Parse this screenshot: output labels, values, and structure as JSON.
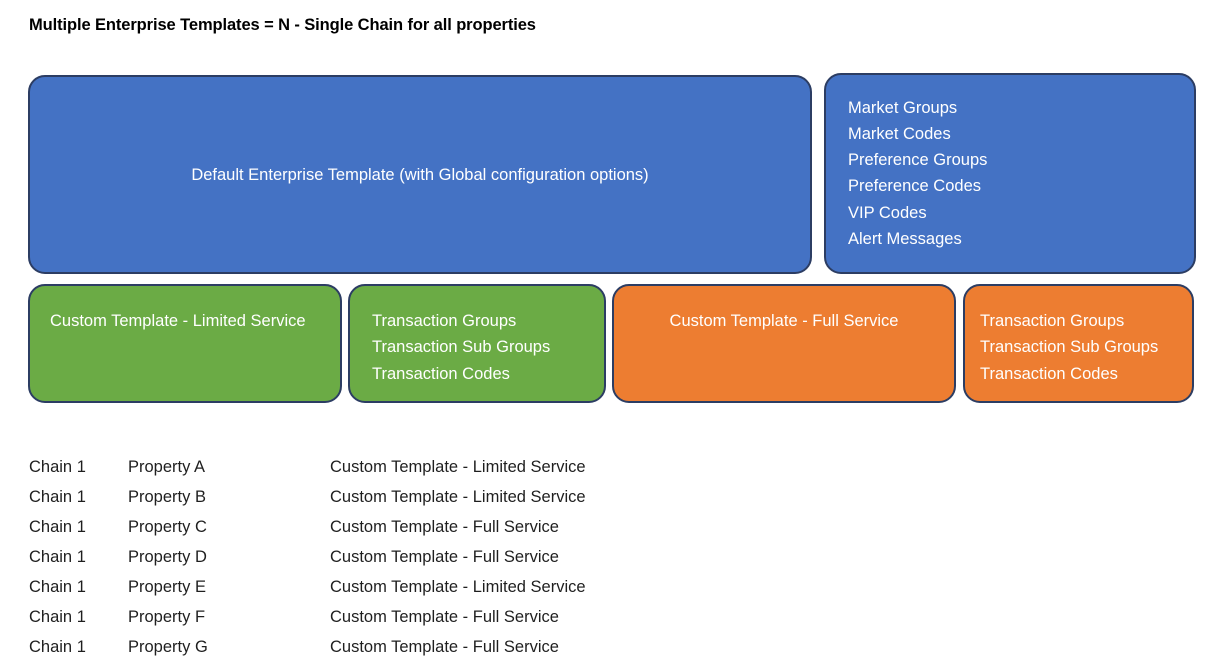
{
  "title": "Multiple Enterprise Templates = N - Single Chain for all properties",
  "colors": {
    "blue": "#4472C4",
    "green": "#6BAB45",
    "orange": "#ED7D31",
    "border": "#2C3D63",
    "text_on_fill": "#FFFFFF",
    "title_text": "#000000",
    "table_text": "#1F1F1F"
  },
  "nodes": {
    "default_enterprise_template": {
      "label": "Default Enterprise Template (with Global configuration options)",
      "color": "blue"
    },
    "global_codes": {
      "color": "blue",
      "items": [
        "Market Groups",
        "Market Codes",
        "Preference Groups",
        "Preference Codes",
        "VIP Codes",
        "Alert Messages"
      ]
    },
    "custom_template_limited": {
      "label": "Custom Template - Limited Service",
      "color": "green"
    },
    "limited_transactions": {
      "color": "green",
      "items": [
        "Transaction Groups",
        "Transaction Sub Groups",
        "Transaction Codes"
      ]
    },
    "custom_template_full": {
      "label": "Custom Template - Full Service",
      "color": "orange"
    },
    "full_transactions": {
      "color": "orange",
      "items": [
        "Transaction Groups",
        "Transaction Sub Groups",
        "Transaction Codes"
      ]
    }
  },
  "property_table": {
    "rows": [
      {
        "chain": "Chain 1",
        "property": "Property A",
        "template": "Custom Template - Limited Service"
      },
      {
        "chain": "Chain 1",
        "property": "Property B",
        "template": "Custom Template - Limited Service"
      },
      {
        "chain": "Chain 1",
        "property": "Property C",
        "template": "Custom Template - Full Service"
      },
      {
        "chain": "Chain 1",
        "property": "Property D",
        "template": "Custom Template - Full Service"
      },
      {
        "chain": "Chain 1",
        "property": "Property E",
        "template": "Custom Template - Limited Service"
      },
      {
        "chain": "Chain 1",
        "property": "Property F",
        "template": "Custom Template - Full Service"
      },
      {
        "chain": "Chain 1",
        "property": "Property G",
        "template": "Custom Template - Full Service"
      }
    ]
  }
}
